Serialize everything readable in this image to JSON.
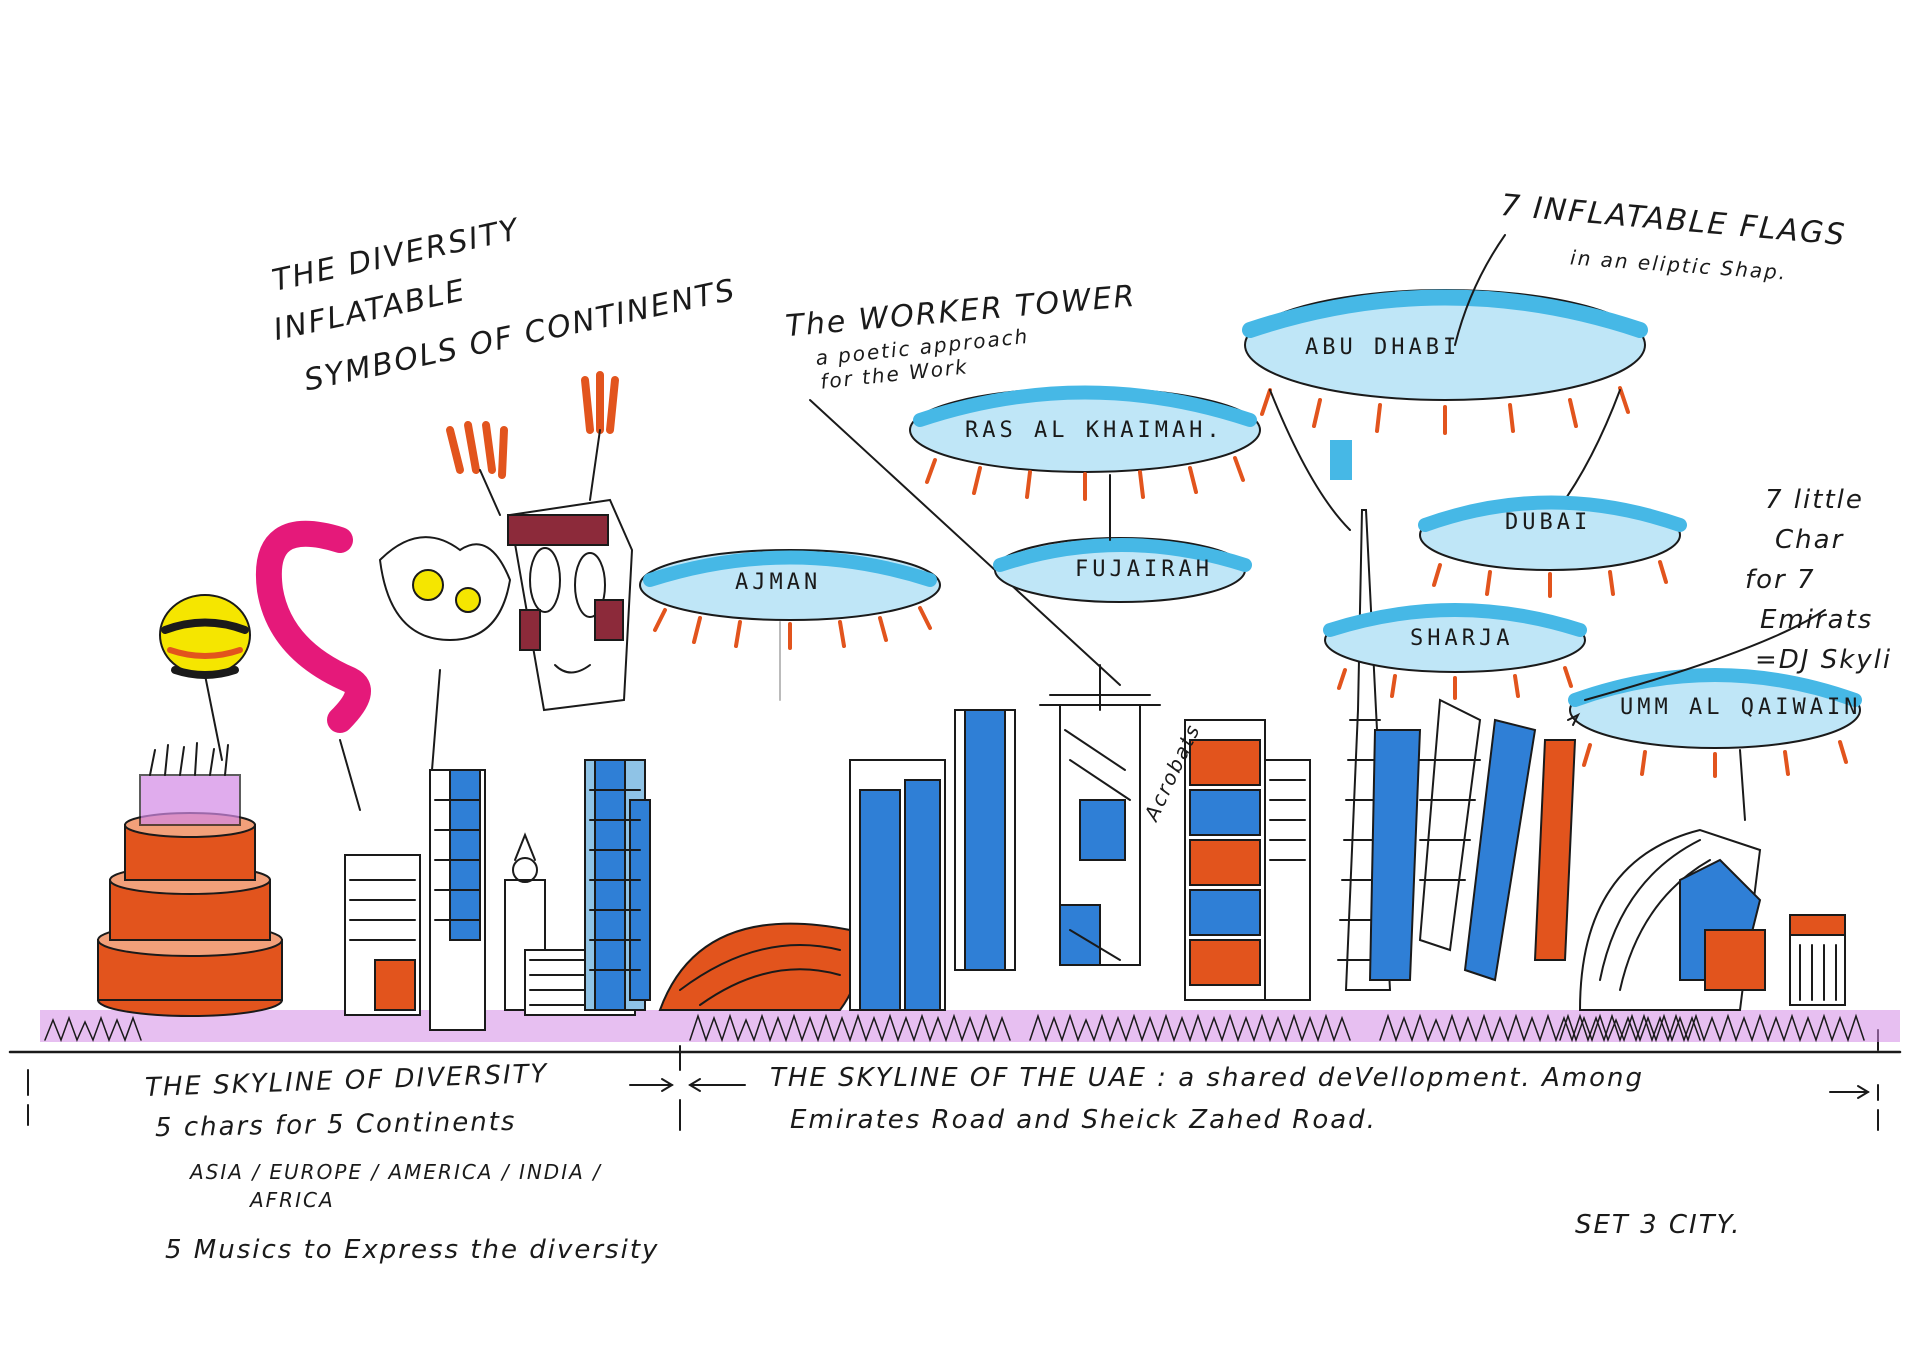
{
  "palette": {
    "ink": "#1a1a1a",
    "cyan": "#46b8e6",
    "blue": "#2f7fd6",
    "orange": "#e2541d",
    "magenta": "#e5197a",
    "yellow": "#f5e600",
    "purple": "#b84fd8",
    "maroon": "#8c2a3a"
  },
  "left_notes": {
    "line1": "THE DIVERSITY",
    "line2": "INFLATABLE",
    "line3": "SYMBOLS OF CONTINENTS"
  },
  "worker_tower": {
    "title": "The WORKER TOWER",
    "sub1": "a poetic approach",
    "sub2": "for the Work"
  },
  "flags_note": {
    "line1": "7 INFLATABLE FLAGS",
    "line2": "in an eliptic Shap."
  },
  "chars_note": {
    "line1": "7 little",
    "line2": "Char",
    "line3": "for 7",
    "line4": "Emirats",
    "line5": "=DJ Skyli"
  },
  "acrobats_label": "Acrobats",
  "flags": [
    {
      "name": "AJMAN"
    },
    {
      "name": "RAS AL KHAIMAH."
    },
    {
      "name": "FUJAIRAH"
    },
    {
      "name": "ABU DHABI"
    },
    {
      "name": "DUBAI"
    },
    {
      "name": "SHARJA"
    },
    {
      "name": "UMM AL QAIWAIN"
    }
  ],
  "bottom_left": {
    "title": "THE SKYLINE OF DIVERSITY",
    "line2": "5 chars for 5 Continents",
    "line3": "ASIA / EUROPE / AMERICA / INDIA /",
    "line4": "AFRICA",
    "line5": "5 Musics to Express the diversity"
  },
  "bottom_right": {
    "line1": "THE SKYLINE OF THE UAE : a shared deVellopment. Among",
    "line2": "Emirates Road and Sheick Zahed Road."
  },
  "set_label": "SET 3   CITY."
}
